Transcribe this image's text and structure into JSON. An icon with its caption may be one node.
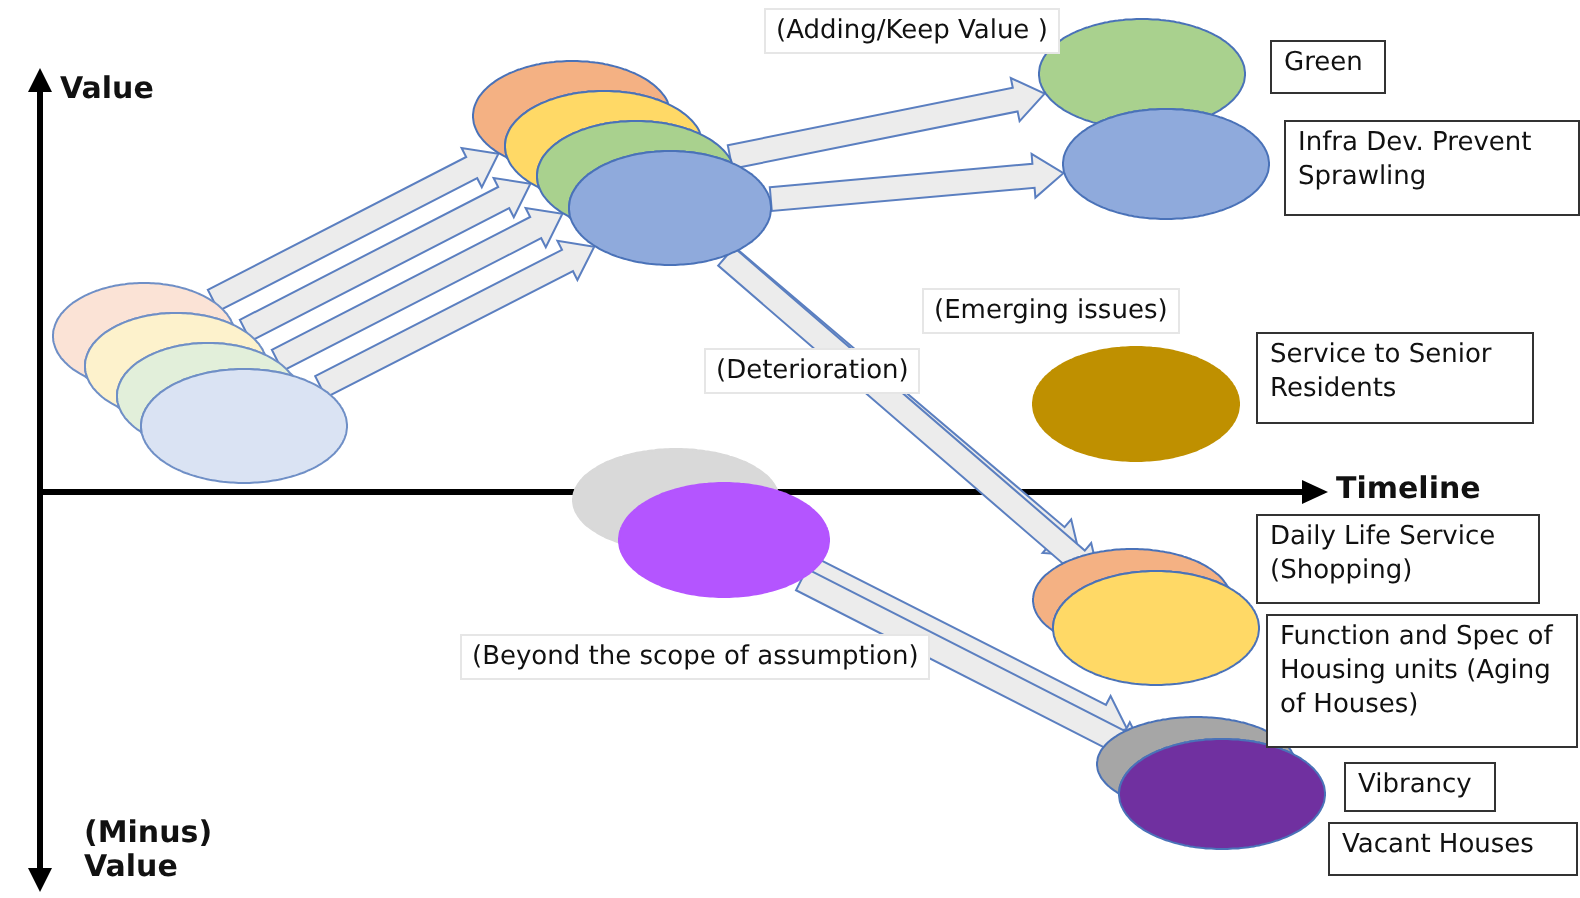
{
  "diagram": {
    "nodes": [
      {
        "text": [],
        "shape": "ellipse"
      },
      {
        "text": [],
        "shape": "ellipse"
      },
      {
        "text": [],
        "shape": "ellipse"
      },
      {
        "text": [],
        "shape": "ellipse"
      },
      {
        "text": [],
        "shape": "ellipse"
      },
      {
        "text": [],
        "shape": "ellipse"
      },
      {
        "text": [],
        "shape": "ellipse"
      },
      {
        "text": [],
        "shape": "ellipse"
      },
      {
        "text": [],
        "shape": "ellipse"
      },
      {
        "text": [
          "Green"
        ]
      },
      {
        "text": [],
        "shape": "ellipse"
      },
      {
        "text": [
          "Infra Dev. Prevent Sprawling"
        ]
      },
      {
        "text": [],
        "shape": "ellipse"
      },
      {
        "text": [
          "Service to Senior Residents"
        ]
      },
      {
        "text": [],
        "shape": "ellipse"
      },
      {
        "text": [],
        "shape": "ellipse"
      },
      {
        "text": [],
        "shape": "ellipse"
      },
      {
        "text": [],
        "shape": "ellipse"
      },
      {
        "text": [
          "Daily Life Service (Shopping)"
        ]
      },
      {
        "text": [
          "Function and Spec of Housing units (Aging of Houses)"
        ]
      },
      {
        "text": [],
        "shape": "ellipse"
      },
      {
        "text": [],
        "shape": "ellipse"
      },
      {
        "text": [
          "Vibrancy"
        ]
      },
      {
        "text": [
          "Vacant Houses"
        ]
      }
    ],
    "edges": [
      {
        "from": 0,
        "to": 4,
        "arrow": "to"
      },
      {
        "from": 1,
        "to": 5,
        "arrow": "to"
      },
      {
        "from": 2,
        "to": 6,
        "arrow": "to"
      },
      {
        "from": 3,
        "to": 7,
        "arrow": "to"
      },
      {
        "from": 6,
        "to": 8,
        "arrow": "to"
      },
      {
        "from": 7,
        "to": 10,
        "arrow": "to"
      },
      {
        "from": 7,
        "to": 16,
        "arrow": "to"
      },
      {
        "from": 7,
        "to": 17,
        "arrow": "to"
      },
      {
        "from": 14,
        "to": 20,
        "arrow": "to"
      },
      {
        "from": 15,
        "to": 21,
        "arrow": "to"
      }
    ],
    "labels": [
      "(Adding/Keep Value )",
      "Value",
      "(Emerging issues)",
      "(Deterioration)",
      "Timeline",
      "(Beyond the scope of assumption)",
      "(Minus) Value"
    ]
  }
}
